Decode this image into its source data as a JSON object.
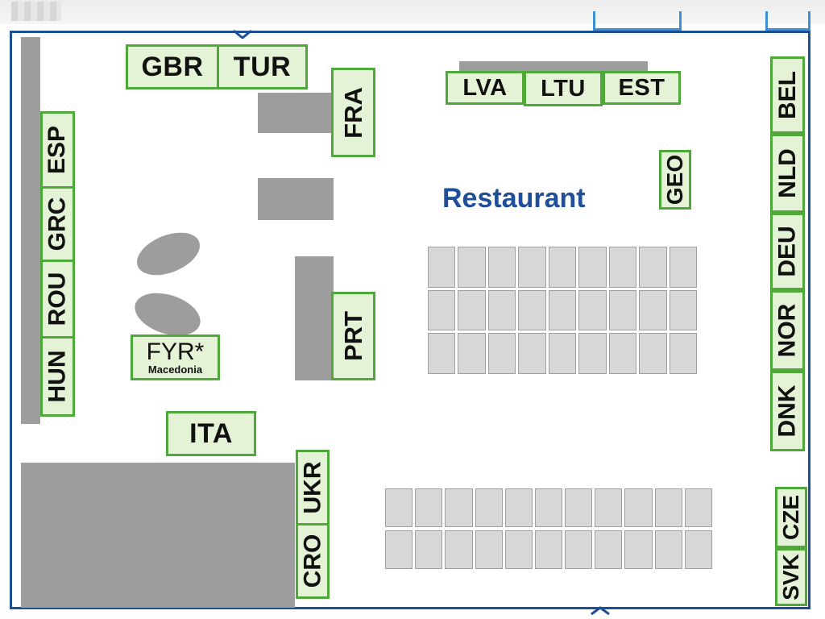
{
  "booths": {
    "gbr": "GBR",
    "tur": "TUR",
    "fra": "FRA",
    "lva": "LVA",
    "ltu": "LTU",
    "est": "EST",
    "geo": "GEO",
    "esp": "ESP",
    "grc": "GRC",
    "rou": "ROU",
    "hun": "HUN",
    "fyr": "FYR*",
    "fyr_sub": "Macedonia",
    "prt": "PRT",
    "ita": "ITA",
    "ukr": "UKR",
    "cro": "CRO",
    "bel": "BEL",
    "nld": "NLD",
    "deu": "DEU",
    "nor": "NOR",
    "dnk": "DNK",
    "cze": "CZE",
    "svk": "SVK"
  },
  "area_labels": {
    "restaurant": "Restaurant"
  },
  "colors": {
    "booth_border": "#4ea83a",
    "booth_fill": "#e4f2d6",
    "wall": "#1d4f96",
    "restaurant_text": "#1f4f98",
    "structure_grey": "#9d9d9d"
  }
}
